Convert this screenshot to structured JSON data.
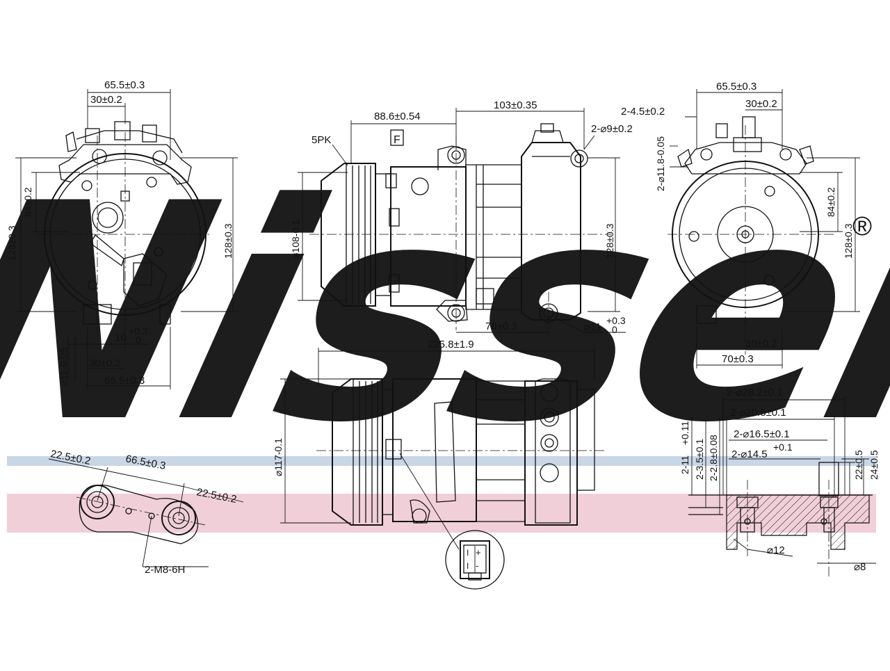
{
  "brand": {
    "watermark": "Nissens",
    "registered_mark": "®",
    "watermark_color": "#c9d6e6",
    "stripe_blue": "#c9d6e6",
    "stripe_pink": "#f1cfd8"
  },
  "front_view_left": {
    "dim_top_outer": "65.5±0.3",
    "dim_top_inner": "30±0.2",
    "dim_height_outer": "128±0.3",
    "dim_height_inner": "84±0.2",
    "dim_height_right": "128±0.3",
    "dim_hole_offset": "10",
    "dim_hole_offset_tol_upper": "+0.3",
    "dim_hole_offset_tol_lower": "0",
    "dim_hole": "⌀11-0.05",
    "dim_bottom_inner": "30±0.2",
    "dim_bottom_outer": "65.5±0.3"
  },
  "side_view_top": {
    "label_belt": "5PK",
    "dim_88": "88.6±0.54",
    "dim_103": "103±0.35",
    "dim_holes": "2-⌀9±0.2",
    "dim_pulley_dia": "⌀108-0.1",
    "dim_height": "128±0.3",
    "dim_76": "76±0.3",
    "dim_hole_bottom": "⌀11",
    "dim_hole_bottom_tol_upper": "+0.3",
    "dim_hole_bottom_tol_lower": "0",
    "dim_overall_length": "225.8±1.9",
    "label_f": "F"
  },
  "rear_view_right": {
    "dim_top_outer": "65.5±0.3",
    "dim_top_inner": "30±0.2",
    "dim_holes_4": "2-4.5±0.2",
    "dim_holes_11": "2-⌀11.8-0.05",
    "dim_height_inner": "84±0.2",
    "dim_height_outer": "128±0.3",
    "dim_bottom_inner": "30±0.2",
    "dim_bottom_outer": "70±0.3"
  },
  "side_view_bottom": {
    "dim_pulley_dia": "⌀117-0.1"
  },
  "mount_detail": {
    "dim_left": "22.5±0.2",
    "dim_mid": "66.5±0.3",
    "dim_right": "22.5±0.2",
    "thread_label": "2-M8-6H"
  },
  "connector_detail": {
    "pin_plus": "+",
    "pin_minus": "-"
  },
  "port_section": {
    "dim_28": "2-⌀28.2±0.1",
    "dim_20": "2-⌀20.5±0.1",
    "dim_16": "2-⌀16.5±0.1",
    "dim_14": "2-⌀14.5",
    "dim_14_tol": "+0.1",
    "dim_v1": "2-11",
    "dim_v1_tol": "+0.11",
    "dim_v2": "2-3.5±0.1",
    "dim_v3": "2-2.8±0.08",
    "dim_22": "22±0.5",
    "dim_24": "24±0.5",
    "dim_12": "⌀12",
    "dim_8": "⌀8"
  }
}
